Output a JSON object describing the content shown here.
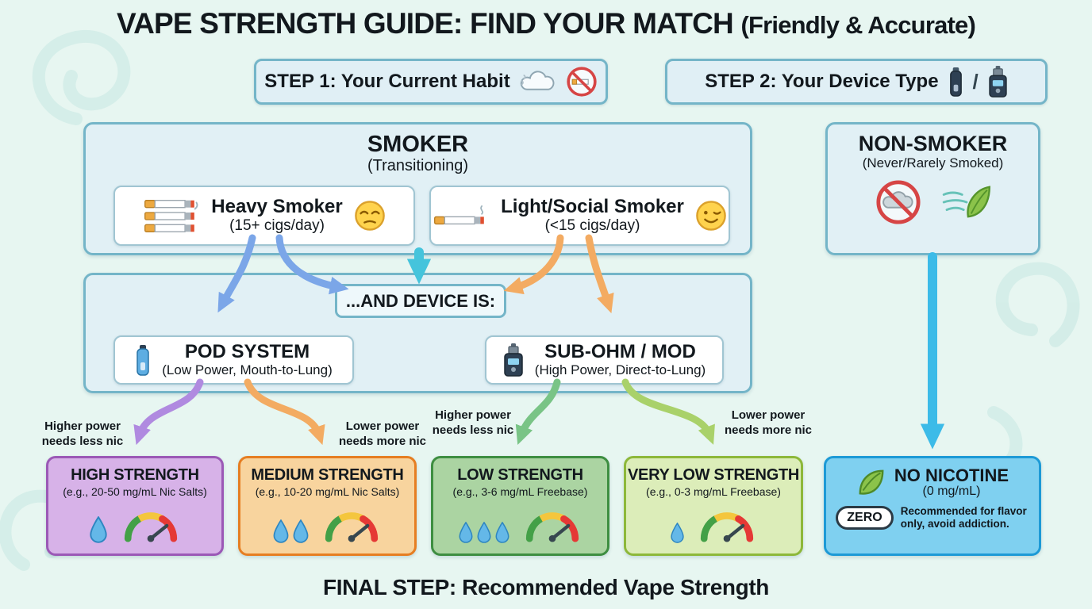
{
  "title": {
    "main": "VAPE STRENGTH GUIDE: FIND YOUR MATCH",
    "suffix": "(Friendly & Accurate)"
  },
  "steps": {
    "step1_label": "STEP 1: Your Current Habit",
    "step2_label": "STEP 2: Your Device Type",
    "device_separator": "/"
  },
  "smoker_box": {
    "title": "SMOKER",
    "subtitle": "(Transitioning)",
    "heavy": {
      "title": "Heavy Smoker",
      "subtitle": "(15+ cigs/day)"
    },
    "light": {
      "title": "Light/Social Smoker",
      "subtitle": "(<15 cigs/day)"
    }
  },
  "nonsmoker_box": {
    "title": "NON-SMOKER",
    "subtitle": "(Never/Rarely Smoked)"
  },
  "device_section": {
    "label": "...AND DEVICE IS:",
    "pod": {
      "title": "POD SYSTEM",
      "subtitle": "(Low Power, Mouth-to-Lung)"
    },
    "subohm": {
      "title": "SUB-OHM / MOD",
      "subtitle": "(High Power, Direct-to-Lung)"
    }
  },
  "arrow_labels": [
    {
      "line1": "Higher power",
      "line2": "needs less nic"
    },
    {
      "line1": "Lower power",
      "line2": "needs more nic"
    },
    {
      "line1": "Higher power",
      "line2": "needs less nic"
    },
    {
      "line1": "Lower power",
      "line2": "needs more nic"
    }
  ],
  "results": [
    {
      "title": "HIGH STRENGTH",
      "subtitle": "(e.g., 20-50 mg/mL Nic Salts)",
      "droplets": 1,
      "border_color": "#9b59b6",
      "fill_color": "#d7b2e8"
    },
    {
      "title": "MEDIUM STRENGTH",
      "subtitle": "(e.g., 10-20 mg/mL Nic Salts)",
      "droplets": 2,
      "border_color": "#e67e22",
      "fill_color": "#f8d49e"
    },
    {
      "title": "LOW STRENGTH",
      "subtitle": "(e.g., 3-6 mg/mL Freebase)",
      "droplets": 3,
      "border_color": "#3e8e41",
      "fill_color": "#abd4a2"
    },
    {
      "title": "VERY LOW STRENGTH",
      "subtitle": "(e.g., 0-3 mg/mL Freebase)",
      "droplets": 1,
      "border_color": "#8db83a",
      "fill_color": "#dcedb9"
    }
  ],
  "no_nicotine_box": {
    "title": "NO NICOTINE",
    "subtitle": "(0 mg/mL)",
    "badge": "ZERO",
    "note": "Recommended for flavor only, avoid addiction.",
    "border_color": "#1d9ad6",
    "fill_color": "#7fd0f0"
  },
  "footer": {
    "label": "FINAL STEP: Recommended Vape Strength"
  },
  "icons": {
    "step1": [
      "vape-cloud-icon",
      "no-smoking-icon"
    ],
    "step2": [
      "pod-device-icon",
      "mod-device-icon"
    ],
    "heavy_smoker": [
      "cigarettes-icon",
      "tired-face-icon"
    ],
    "light_smoker": [
      "cigarette-icon",
      "wink-face-icon"
    ],
    "nonsmoker": [
      "no-vaping-icon",
      "leaf-wind-icon"
    ],
    "pod_card": [
      "pod-device-icon"
    ],
    "subohm_card": [
      "mod-device-icon"
    ],
    "result_cards": [
      "droplet-icon",
      "gauge-icon"
    ],
    "no_nicotine": [
      "leaf-icon"
    ]
  },
  "palette": {
    "background": "#e7f6f1",
    "container_fill": "#dfeff6",
    "container_border": "#74b5c8",
    "arrow_blue": "#7ba6e8",
    "arrow_teal": "#45c4dc",
    "arrow_orange": "#f3ab62",
    "arrow_purple": "#b08ae0",
    "arrow_green": "#79c486",
    "arrow_lime": "#a9d16a",
    "arrow_cyan": "#3cbbe8"
  }
}
